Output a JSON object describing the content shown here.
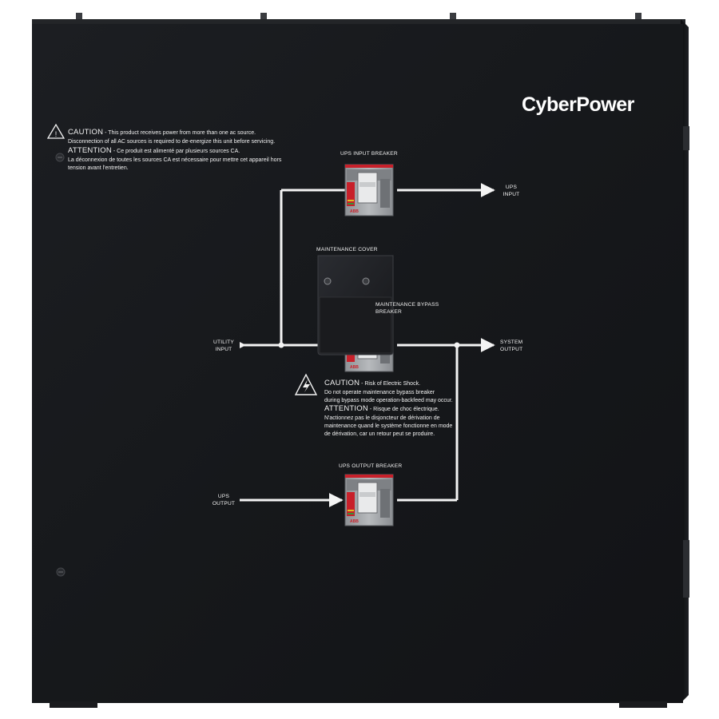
{
  "brand": "CyberPower",
  "warning_top": {
    "caution_head": "CAUTION",
    "caution_line1": " - This product receives power from more than one ac source.",
    "caution_line2": "Disconnection of all AC sources is required to de-energize this unit before servicing.",
    "attention_head": "ATTENTION",
    "attention_line1": " - Ce produit est alimenté par plusieurs sources CA.",
    "attention_line2": "La déconnexion de toutes les sources CA est nécessaire pour mettre cet appareil hors",
    "attention_line3": "tension avant l'entretien."
  },
  "warning_bypass": {
    "caution_head": "CAUTION",
    "caution_line1": " - Risk of Electric Shock.",
    "caution_line2": "Do not operate maintenance bypass breaker",
    "caution_line3": "during bypass mode operation-backfeed may occur.",
    "attention_head": "ATTENTION",
    "attention_line1": " - Risque de choc électrique.",
    "attention_line2": "N'actionnez pas le disjoncteur de dérivation de",
    "attention_line3": "maintenance quand le système fonctionne en mode",
    "attention_line4": "de dérivation, car un retour peut se produire."
  },
  "labels": {
    "ups_input_breaker": "UPS INPUT BREAKER",
    "ups_input_1": "UPS",
    "ups_input_2": "INPUT",
    "maintenance_cover": "MAINTENANCE COVER",
    "bypass_1": "MAINTENANCE BYPASS",
    "bypass_2": "BREAKER",
    "utility_1": "UTILITY",
    "utility_2": "INPUT",
    "system_1": "SYSTEM",
    "system_2": "OUTPUT",
    "ups_output_breaker": "UPS OUTPUT BREAKER",
    "ups_output_1": "UPS",
    "ups_output_2": "OUTPUT"
  },
  "breaker_brand": "ABB",
  "colors": {
    "panel": "#17191c",
    "line": "#f4f4f4",
    "breaker_red": "#c8202a",
    "breaker_green": "#3a8f3a",
    "breaker_yellow": "#e0c020"
  }
}
